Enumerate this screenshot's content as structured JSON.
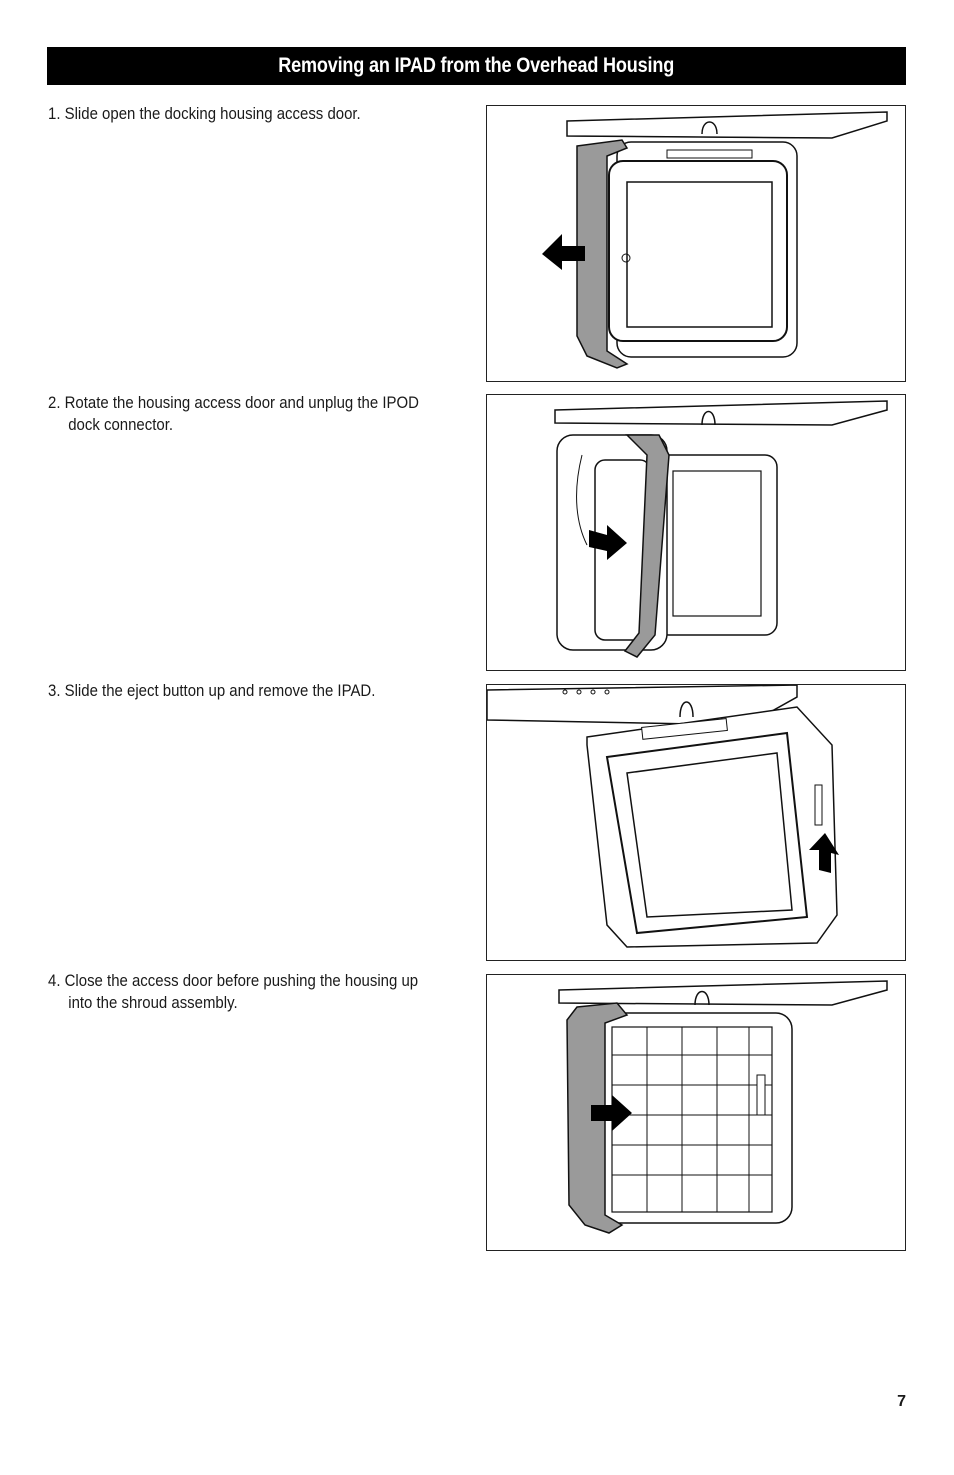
{
  "header": {
    "title": "Removing an IPAD from the Overhead Housing"
  },
  "steps": [
    {
      "line1": "1.  Slide open the docking housing access door.",
      "line2": ""
    },
    {
      "line1": "2. Rotate the housing access door and unplug the IPOD",
      "line2": "dock connector."
    },
    {
      "line1": "3. Slide the eject button up and remove the IPAD.",
      "line2": ""
    },
    {
      "line1": "4. Close the access door before pushing the housing up",
      "line2": "into the shroud assembly."
    }
  ],
  "footer": {
    "page_number": "7"
  },
  "colors": {
    "title_bar": "#000000",
    "door_gray": "#9a9a9a",
    "arrow": "#000000"
  }
}
